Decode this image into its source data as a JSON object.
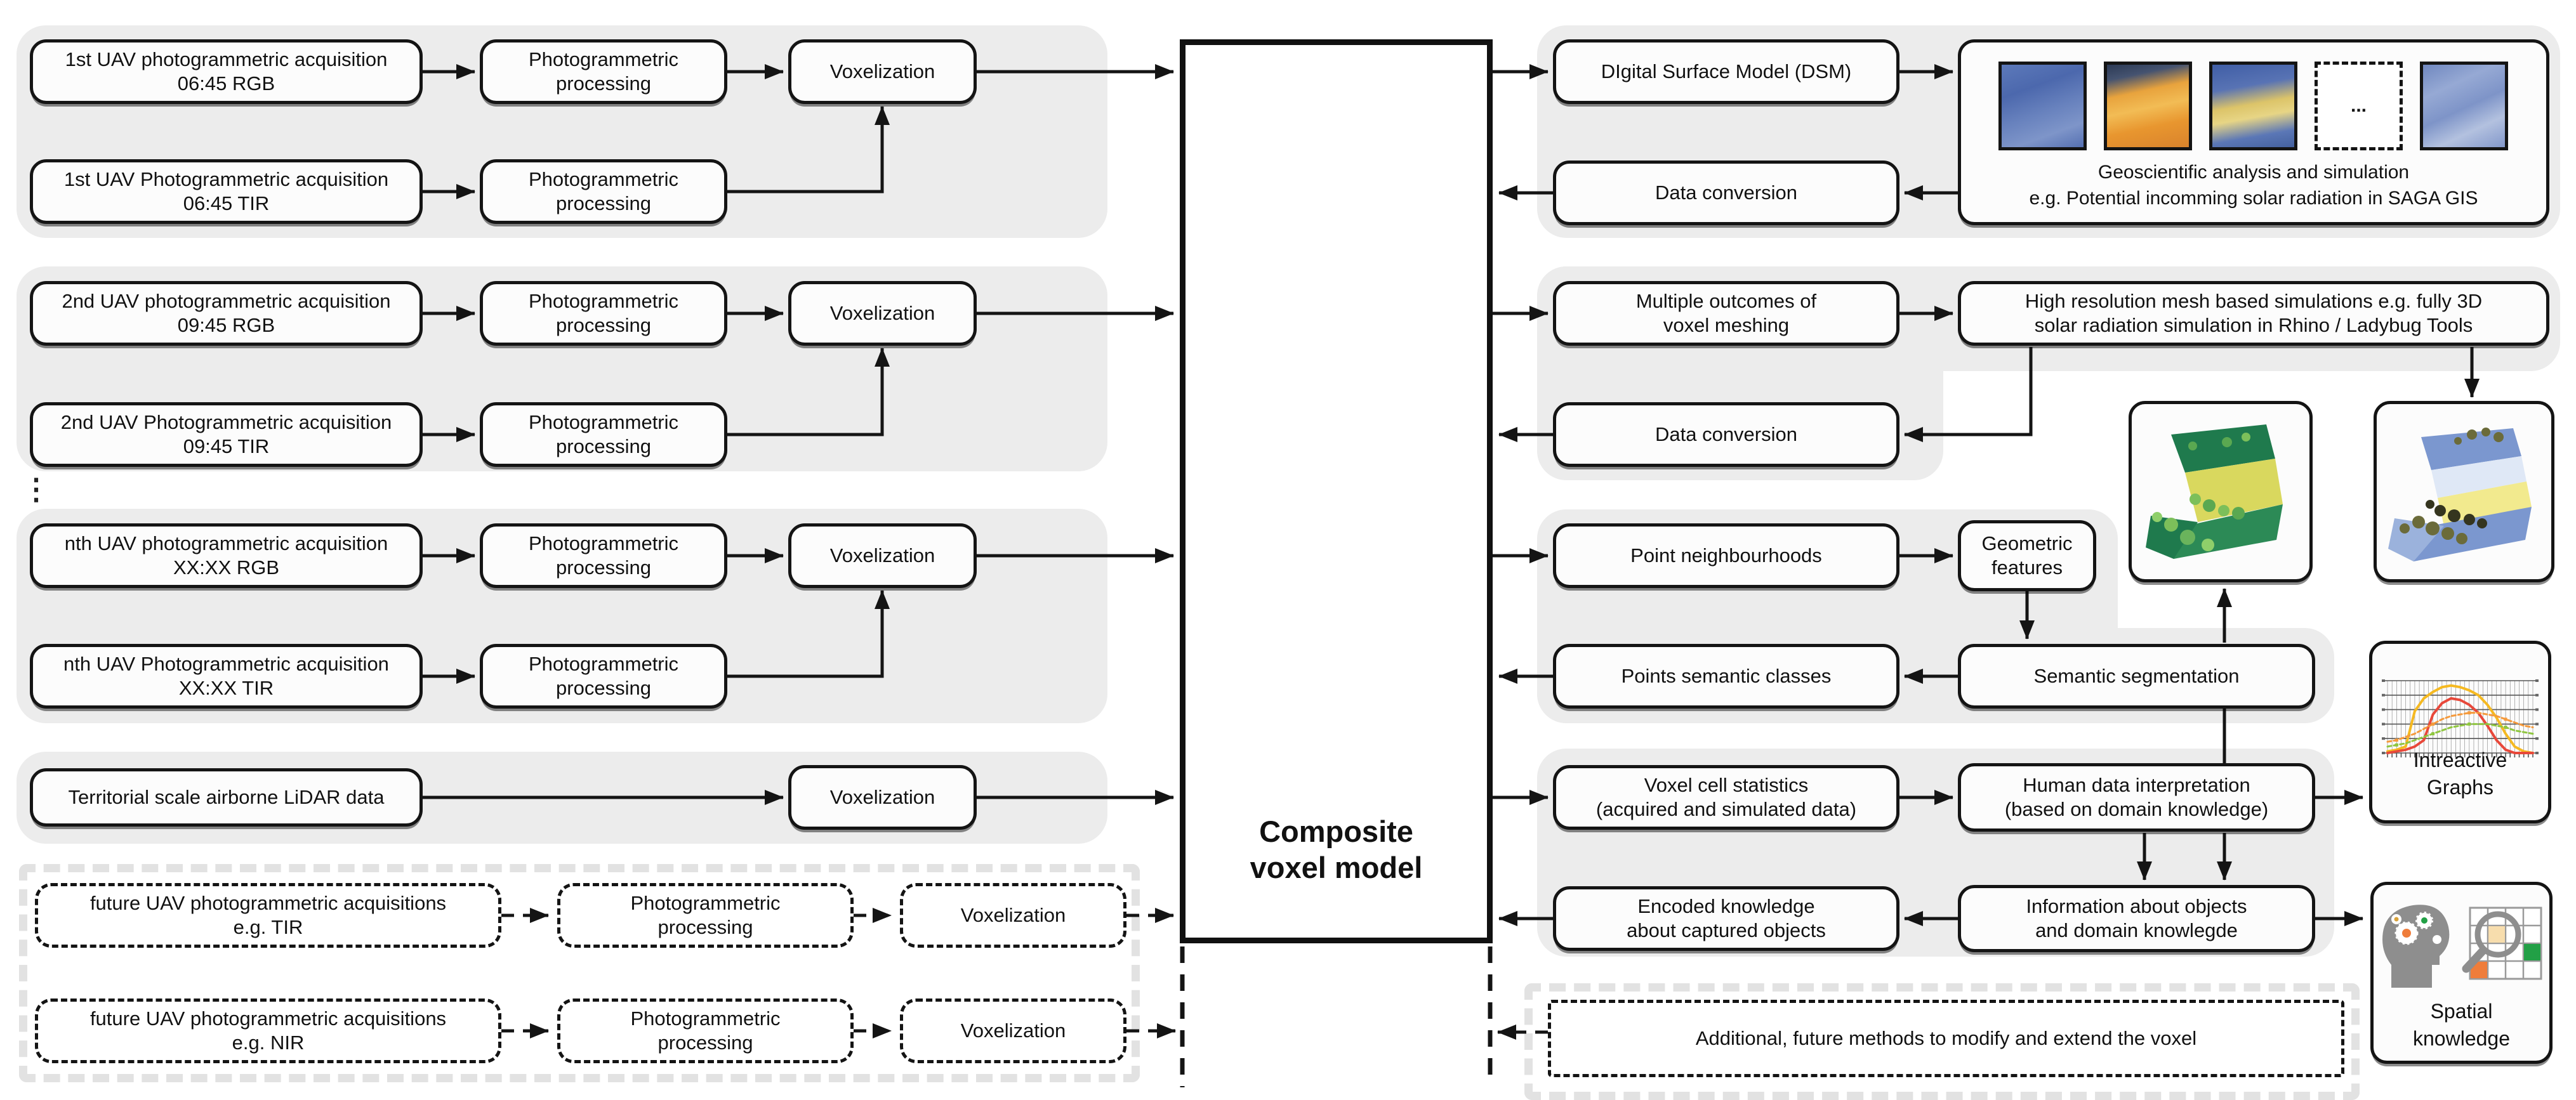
{
  "shared": {
    "processing": "Photogrammetric\nprocessing",
    "voxelization": "Voxelization",
    "data_conversion": "Data conversion",
    "ellipsis": "⋮",
    "dots": "..."
  },
  "left": {
    "groups": [
      {
        "rgb": "1st UAV photogrammetric acquisition\n06:45 RGB",
        "tir": "1st UAV Photogrammetric acquisition\n06:45 TIR"
      },
      {
        "rgb": "2nd UAV photogrammetric acquisition\n09:45 RGB",
        "tir": "2nd UAV Photogrammetric acquisition\n09:45 TIR"
      },
      {
        "rgb": "nth UAV photogrammetric acquisition\nXX:XX RGB",
        "tir": "nth UAV Photogrammetric acquisition\nXX:XX TIR"
      }
    ],
    "lidar": "Territorial scale airborne LiDAR data",
    "future": [
      {
        "label": "future UAV photogrammetric acquisitions\ne.g. TIR"
      },
      {
        "label": "future UAV photogrammetric acquisitions\ne.g. NIR"
      }
    ]
  },
  "center": {
    "label": "Composite\nvoxel model"
  },
  "right": {
    "dsm": "DIgital Surface Model (DSM)",
    "geo_caption": "Geoscientific analysis and simulation\ne.g. Potential incomming solar radiation in SAGA GIS",
    "mult_outcomes": "Multiple outcomes of\nvoxel meshing",
    "high_res": "High resolution mesh based simulations e.g. fully 3D\nsolar radiation simulation in Rhino / Ladybug Tools",
    "point_neigh": "Point neighbourhoods",
    "geom_feat": "Geometric\nfeatures",
    "points_sem": "Points semantic classes",
    "sem_seg": "Semantic segmentation",
    "voxel_stats": "Voxel cell statistics\n(acquired and simulated data)",
    "human_interp": "Human data interpretation\n(based on domain knowledge)",
    "graphs_label": "Intreactive\nGraphs",
    "encoded": "Encoded knowledge\nabout captured objects",
    "info_objects": "Information about objects\nand domain knowlegde",
    "spatial_label": "Spatial\nknowledge",
    "additional": "Additional, future methods to modify and extend the voxel"
  },
  "icons": {
    "head": "head-with-gears-icon",
    "grid": "magnifier-over-grid-icon",
    "thumb_placeholder": "dots-placeholder"
  },
  "colors": {
    "group_gray": "#ececec",
    "line_black": "#141414",
    "thumb_blue": "#4c68ad",
    "thumb_orange": "#e8a33d",
    "terrain_green_dark": "#1f7a4d",
    "terrain_yellow": "#d9d85e",
    "terrain_blue": "#7b97cf",
    "icon_gray": "#8e8e8e",
    "cell_orange": "#ef7d3b",
    "cell_green": "#22a046",
    "cell_cream": "#f7ddad"
  },
  "chart_data": {
    "type": "line",
    "title": "",
    "xlabel": "",
    "ylabel": "",
    "x": [
      4,
      5,
      6,
      7,
      8,
      9,
      10,
      11,
      12,
      13,
      14,
      15,
      16,
      17,
      18,
      19,
      20
    ],
    "ylim": [
      0,
      45
    ],
    "grid": true,
    "legend_position": "none",
    "series": [
      {
        "name": "solid yellow curve",
        "color": "#f5b921",
        "dashed": false,
        "width": 4,
        "values": [
          1,
          2,
          4,
          26,
          34,
          38,
          41,
          42,
          41,
          39,
          36,
          30,
          22,
          12,
          4,
          1,
          0
        ]
      },
      {
        "name": "solid red curve",
        "color": "#e8483a",
        "dashed": false,
        "width": 4,
        "values": [
          0,
          1,
          2,
          4,
          8,
          24,
          31,
          34,
          33,
          30,
          25,
          17,
          8,
          2,
          0,
          0,
          0
        ]
      },
      {
        "name": "dashed orange curve",
        "color": "#f59a3c",
        "dashed": true,
        "width": 3,
        "values": [
          7,
          8,
          10,
          12,
          15,
          18,
          21,
          23,
          24,
          25,
          25,
          24,
          23,
          21,
          19,
          17,
          16
        ]
      },
      {
        "name": "dashed green curve",
        "color": "#8fc63f",
        "dashed": true,
        "width": 3,
        "values": [
          4,
          5,
          6,
          8,
          10,
          12,
          14,
          16,
          17,
          18,
          18,
          18,
          17,
          16,
          14,
          13,
          12
        ]
      }
    ]
  }
}
